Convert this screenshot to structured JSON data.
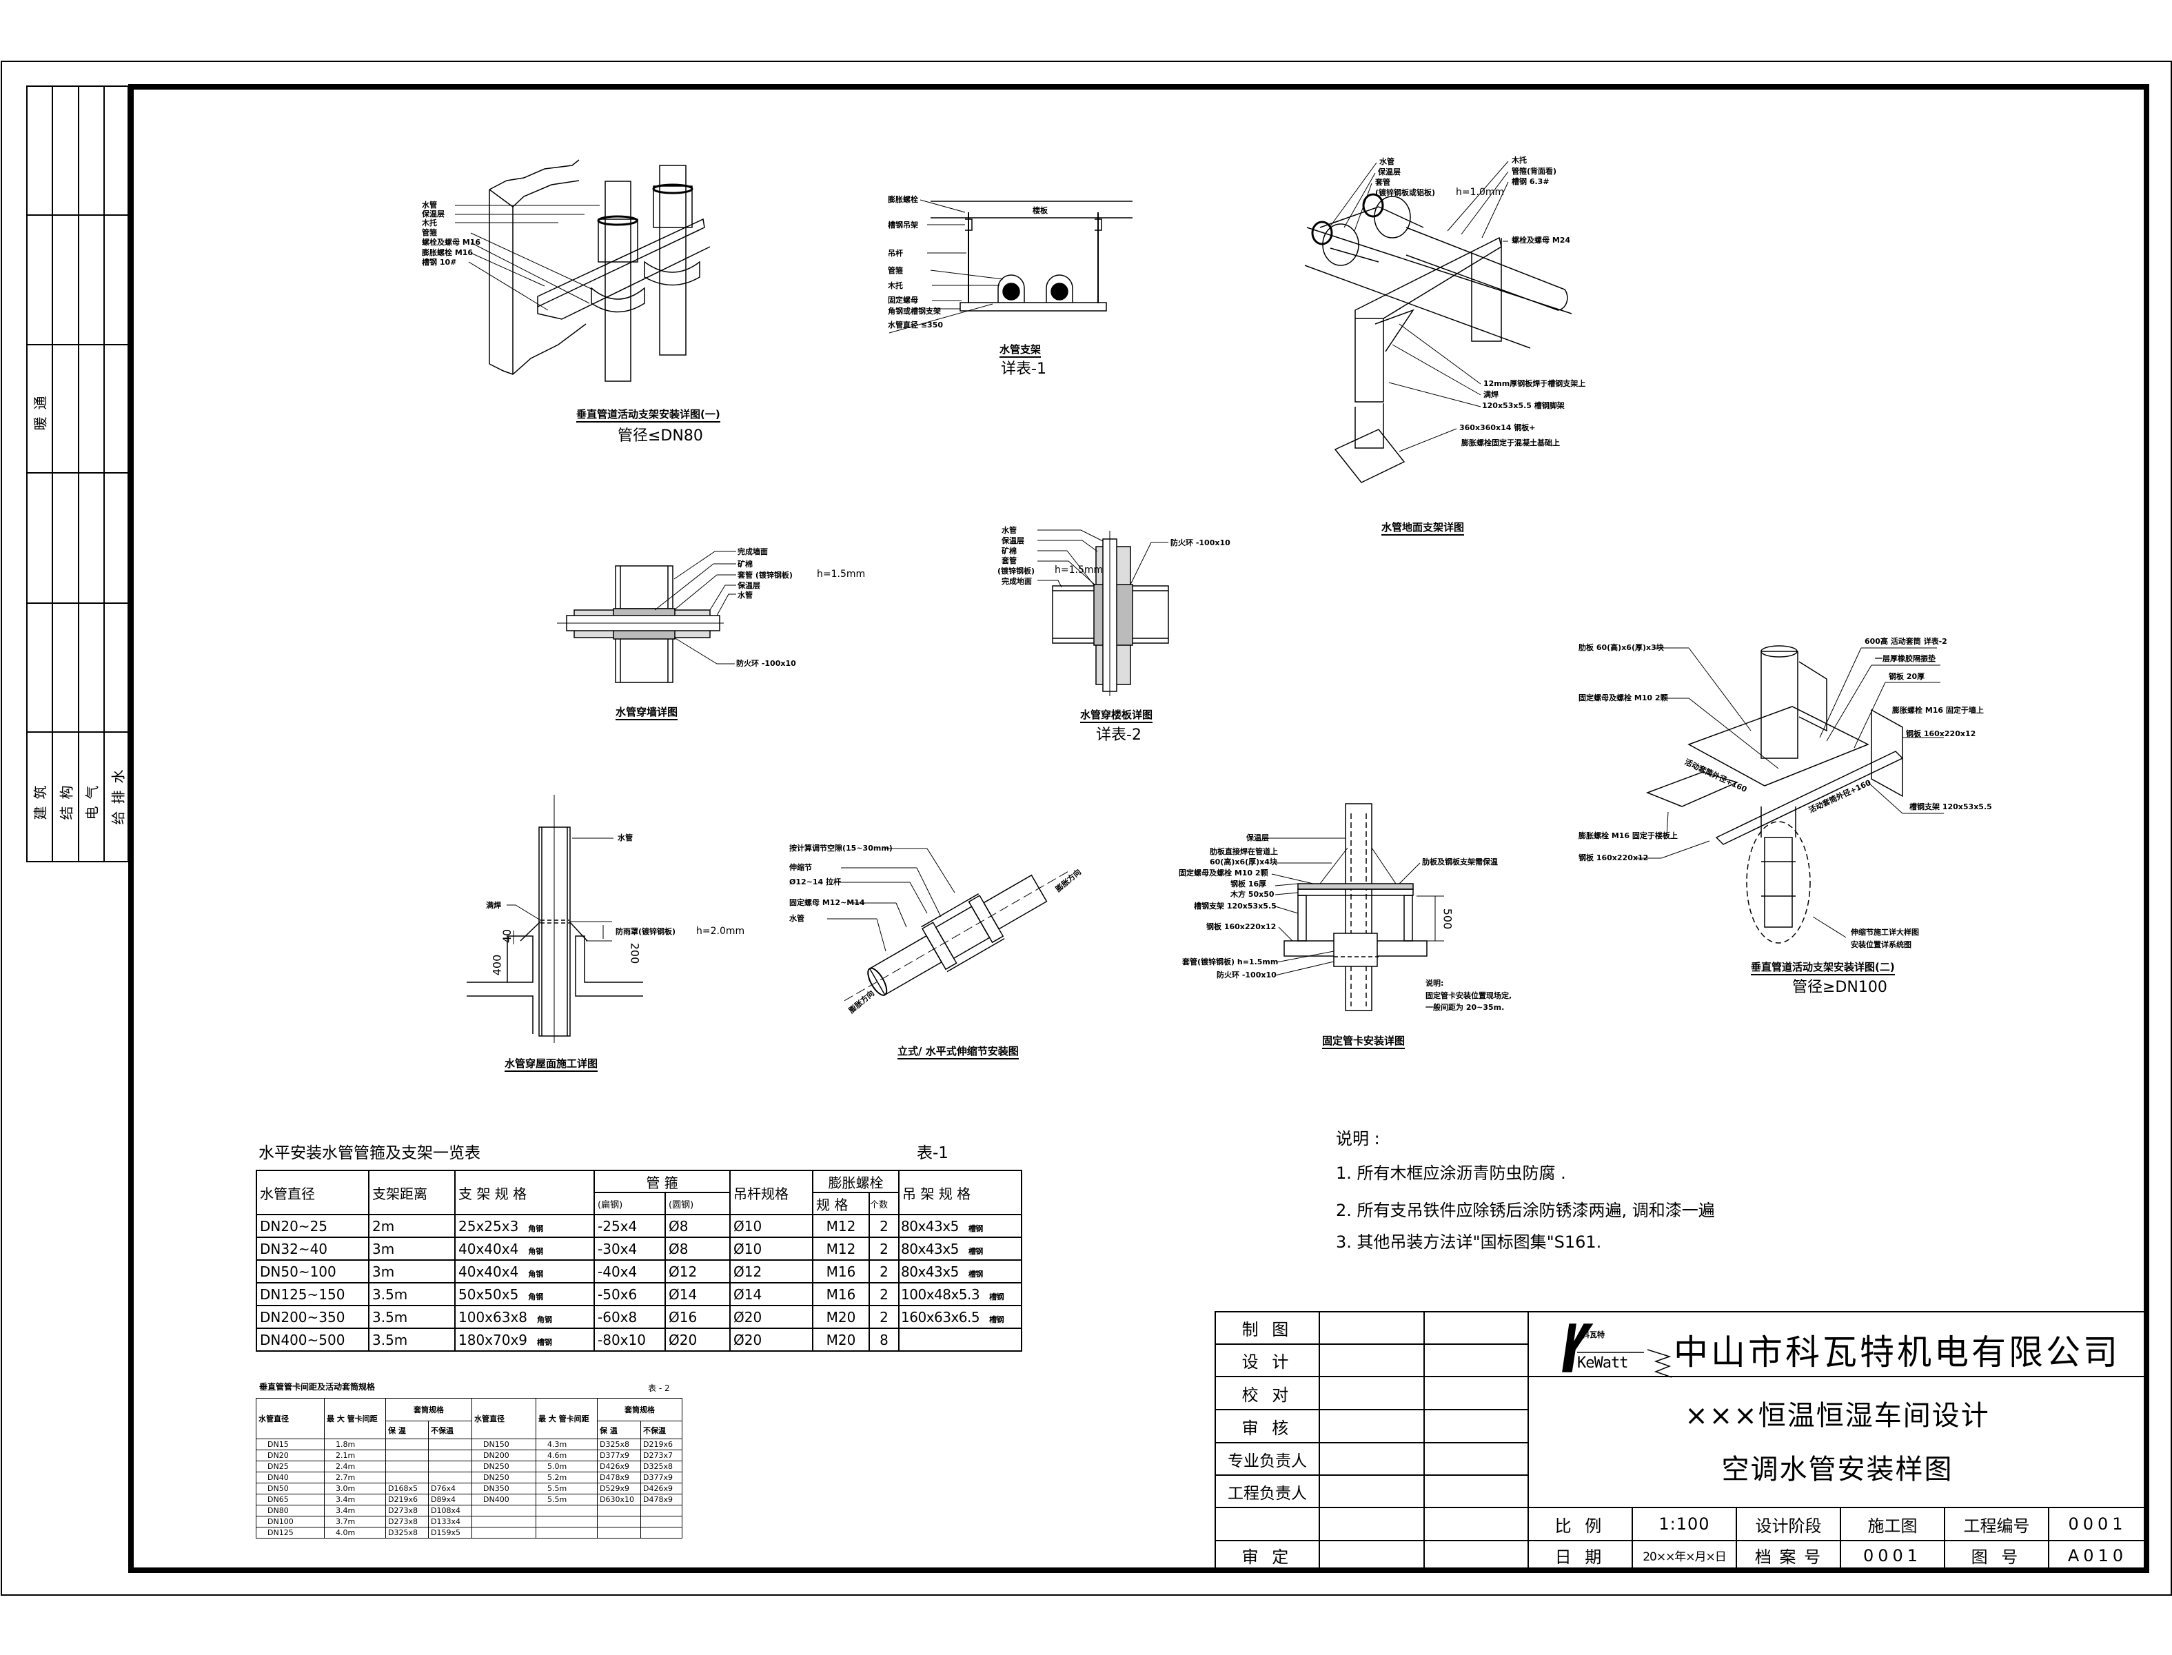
{
  "strip": {
    "hvac": "暖通",
    "disciplines": [
      "建筑",
      "结构",
      "电气",
      "给排水"
    ]
  },
  "diagrams": {
    "d1": {
      "title": "垂直管道活动支架安装详图(一)",
      "subtitle": "管径≤DN80",
      "labels": [
        "水管",
        "保温层",
        "木托",
        "管箍",
        "螺栓及螺母 M16",
        "膨胀螺栓 M16",
        "槽钢 10#"
      ]
    },
    "d2": {
      "title": "水管支架",
      "subtitle": "详表-1",
      "labels": [
        "膨胀螺栓",
        "槽钢吊架",
        "吊杆",
        "管箍",
        "木托",
        "固定螺母",
        "角钢或槽钢支架",
        "水管直径 ≤350",
        "楼板"
      ]
    },
    "d3": {
      "title": "水管地面支架详图",
      "labels": [
        "水管",
        "保温层",
        "套管",
        "(镀锌钢板或铝板)",
        "h=1.0mm",
        "木托",
        "管箍(背面看)",
        "槽钢 6.3#",
        "螺栓及螺母 M24",
        "12mm厚钢板焊于槽钢支架上",
        "满焊",
        "120x53x5.5 槽钢脚架",
        "360x360x14 钢板+",
        "膨胀螺栓固定于混凝土基础上"
      ]
    },
    "d4": {
      "title": "水管穿墙详图",
      "labels": [
        "完成墙面",
        "矿棉",
        "套管 (镀锌钢板)",
        "h=1.5mm",
        "保温层",
        "水管",
        "防火环 -100x10"
      ]
    },
    "d5": {
      "title": "水管穿楼板详图",
      "subtitle": "详表-2",
      "labels": [
        "水管",
        "保温层",
        "矿棉",
        "套管",
        "(镀锌钢板)",
        "h=1.5mm",
        "完成地面",
        "防火环 -100x10"
      ]
    },
    "d6": {
      "title": "垂直管道活动支架安装详图(二)",
      "subtitle": "管径≥DN100",
      "labels": [
        "肋板 60(高)x6(厚)x3块",
        "固定螺母及螺栓 M10 2颗",
        "膨胀螺栓 M16 固定于楼板上",
        "钢板 160x220x12",
        "600高 活动套筒 详表-2",
        "一层厚橡胶隔振垫",
        "钢板 20厚",
        "膨胀螺栓 M16 固定于墙上",
        "钢板 160x220x12",
        "槽钢支架 120x53x5.5",
        "伸缩节施工详大样图",
        "安装位置详系统图",
        "活动套筒外径+160",
        "活动套筒外径+160"
      ]
    },
    "d7": {
      "title": "水管穿屋面施工详图",
      "labels": [
        "水管",
        "满焊",
        "防雨罩(镀锌钢板)",
        "h=2.0mm",
        "400",
        "40",
        "200"
      ]
    },
    "d8": {
      "title": "立式/ 水平式伸缩节安装图",
      "labels": [
        "按计算调节空隙(15~30mm)",
        "伸缩节",
        "Ø12~14 拉杆",
        "固定螺母 M12~M14",
        "水管",
        "膨胀方向",
        "膨胀方向"
      ]
    },
    "d9": {
      "title": "固定管卡安装详图",
      "labels": [
        "保温层",
        "肋板直接焊在管道上",
        "60(高)x6(厚)x4块",
        "固定螺母及螺栓 M10 2颗",
        "钢板 16厚",
        "木方 50x50",
        "槽钢支架 120x53x5.5",
        "钢板 160x220x12",
        "套管(镀锌钢板) h=1.5mm",
        "防火环 -100x10",
        "肋板及钢板支架需保温",
        "500",
        "说明:",
        "固定管卡安装位置现场定,",
        "一般间距为 20~35m."
      ]
    }
  },
  "table1": {
    "title": "水平安装水管管箍及支架一览表",
    "tag": "表-1",
    "headers": {
      "dia": "水管直径",
      "spacing": "支架距离",
      "bracket": "支 架 规 格",
      "clamp": "管 箍",
      "clamp_flat": "(扁钢)",
      "clamp_round": "(圆钢)",
      "rod": "吊杆规格",
      "bolt": "膨胀螺栓",
      "bolt_spec": "规 格",
      "bolt_qty": "个数",
      "hanger": "吊 架 规 格"
    },
    "rows": [
      {
        "dia": "DN20~25",
        "spacing": "2m",
        "bracket": "25x25x3",
        "bracket_type": "角钢",
        "flat": "-25x4",
        "round": "Ø8",
        "rod": "Ø10",
        "bolt": "M12",
        "qty": "2",
        "hanger": "80x43x5",
        "hanger_type": "槽钢"
      },
      {
        "dia": "DN32~40",
        "spacing": "3m",
        "bracket": "40x40x4",
        "bracket_type": "角钢",
        "flat": "-30x4",
        "round": "Ø8",
        "rod": "Ø10",
        "bolt": "M12",
        "qty": "2",
        "hanger": "80x43x5",
        "hanger_type": "槽钢"
      },
      {
        "dia": "DN50~100",
        "spacing": "3m",
        "bracket": "40x40x4",
        "bracket_type": "角钢",
        "flat": "-40x4",
        "round": "Ø12",
        "rod": "Ø12",
        "bolt": "M16",
        "qty": "2",
        "hanger": "80x43x5",
        "hanger_type": "槽钢"
      },
      {
        "dia": "DN125~150",
        "spacing": "3.5m",
        "bracket": "50x50x5",
        "bracket_type": "角钢",
        "flat": "-50x6",
        "round": "Ø14",
        "rod": "Ø14",
        "bolt": "M16",
        "qty": "2",
        "hanger": "100x48x5.3",
        "hanger_type": "槽钢"
      },
      {
        "dia": "DN200~350",
        "spacing": "3.5m",
        "bracket": "100x63x8",
        "bracket_type": "角钢",
        "flat": "-60x8",
        "round": "Ø16",
        "rod": "Ø20",
        "bolt": "M20",
        "qty": "2",
        "hanger": "160x63x6.5",
        "hanger_type": "槽钢"
      },
      {
        "dia": "DN400~500",
        "spacing": "3.5m",
        "bracket": "180x70x9",
        "bracket_type": "槽钢",
        "flat": "-80x10",
        "round": "Ø20",
        "rod": "Ø20",
        "bolt": "M20",
        "qty": "8",
        "hanger": "",
        "hanger_type": ""
      }
    ]
  },
  "table2": {
    "title": "垂直管管卡间距及活动套筒规格",
    "tag": "表 - 2",
    "headers": {
      "dia": "水管直径",
      "max": "最 大 管卡间距",
      "sleeve": "套筒规格",
      "ins": "保 温",
      "noins": "不保温"
    },
    "rows": [
      [
        "DN15",
        "1.8m",
        "",
        "",
        "DN150",
        "4.3m",
        "D325x8",
        "D219x6"
      ],
      [
        "DN20",
        "2.1m",
        "",
        "",
        "DN200",
        "4.6m",
        "D377x9",
        "D273x7"
      ],
      [
        "DN25",
        "2.4m",
        "",
        "",
        "DN250",
        "5.0m",
        "D426x9",
        "D325x8"
      ],
      [
        "DN40",
        "2.7m",
        "",
        "",
        "DN250",
        "5.2m",
        "D478x9",
        "D377x9"
      ],
      [
        "DN50",
        "3.0m",
        "D168x5",
        "D76x4",
        "DN350",
        "5.5m",
        "D529x9",
        "D426x9"
      ],
      [
        "DN65",
        "3.4m",
        "D219x6",
        "D89x4",
        "DN400",
        "5.5m",
        "D630x10",
        "D478x9"
      ],
      [
        "DN80",
        "3.4m",
        "D273x8",
        "D108x4",
        "",
        "",
        "",
        ""
      ],
      [
        "DN100",
        "3.7m",
        "D273x8",
        "D133x4",
        "",
        "",
        "",
        ""
      ],
      [
        "DN125",
        "4.0m",
        "D325x8",
        "D159x5",
        "",
        "",
        "",
        ""
      ]
    ]
  },
  "notes": {
    "heading": "说明 :",
    "items": [
      "1.  所有木框应涂沥青防虫防腐 .",
      "2.  所有支吊铁件应除锈后涂防锈漆两遍, 调和漆一遍",
      "3.  其他吊装方法详\"国标图集\"S161."
    ]
  },
  "title_block": {
    "roles": [
      "制 图",
      "设 计",
      "校 对",
      "审 核",
      "专业负责人",
      "工程负责人",
      "",
      "审 定"
    ],
    "logo": {
      "mark": "KeWatt",
      "cn": "科瓦特"
    },
    "company": "中山市科瓦特机电有限公司",
    "project": "×××恒温恒湿车间设计",
    "drawing": "空调水管安装样图",
    "row1": [
      "比 例",
      "1:100",
      "设计阶段",
      "施工图",
      "工程编号",
      "0001"
    ],
    "row2": [
      "日 期",
      "20××年×月×日",
      "档 案 号",
      "0001",
      "图 号",
      "A010"
    ]
  }
}
